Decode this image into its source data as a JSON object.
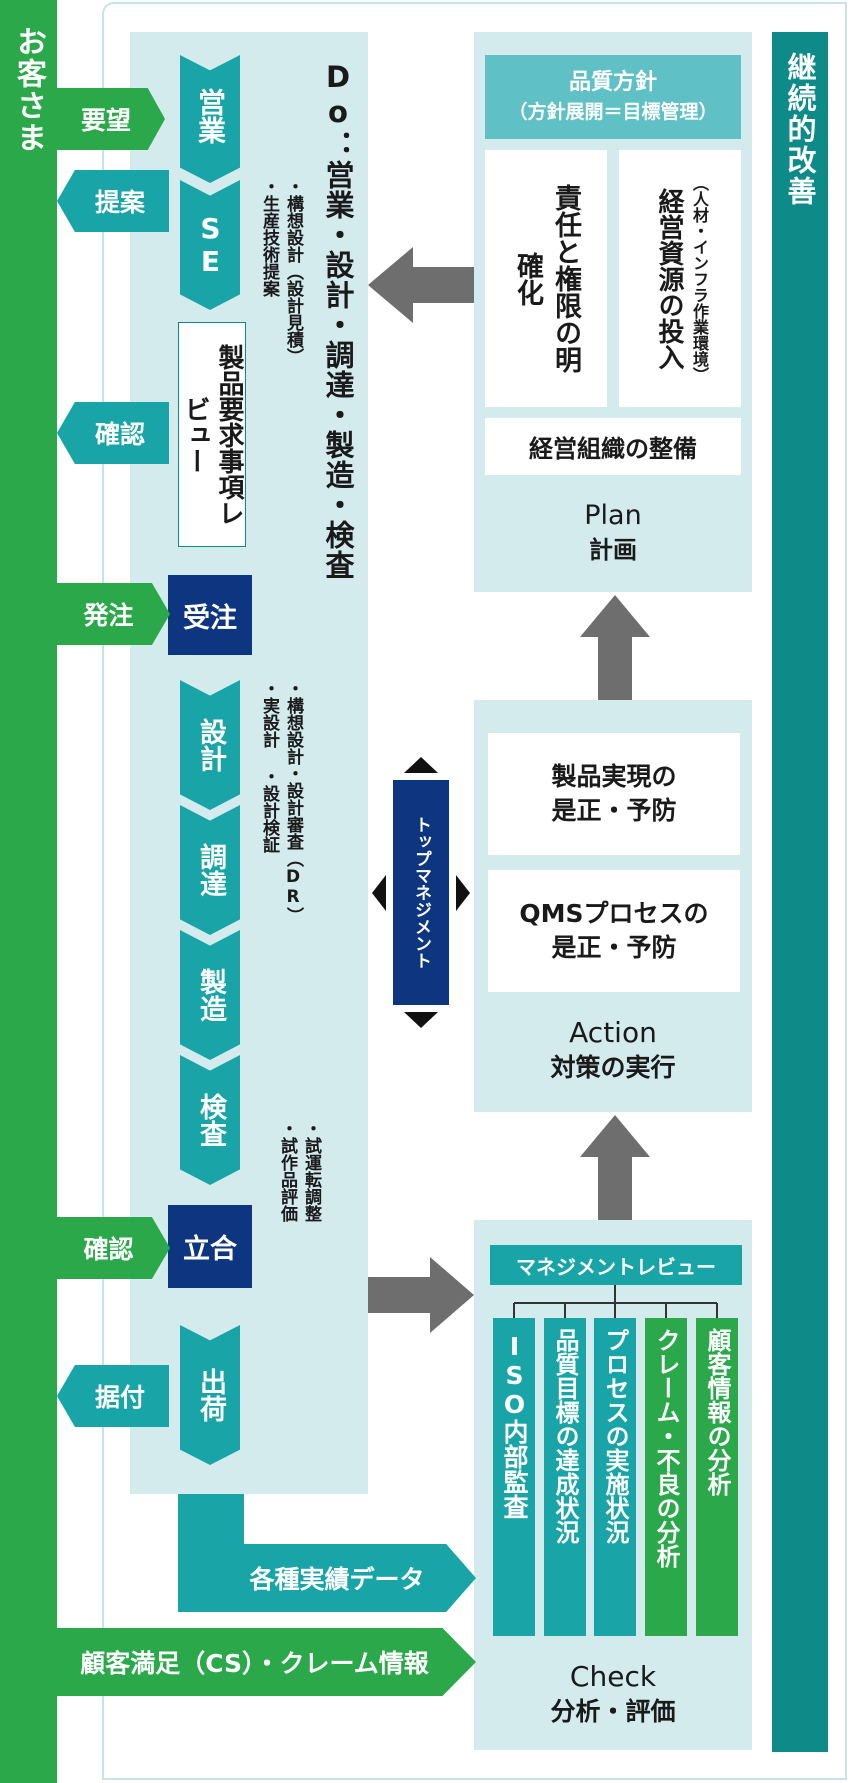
{
  "customer_label": "お客さま",
  "kaizen_label": "継続的改善",
  "customer_arrows": {
    "request": "要望",
    "proposal": "提案",
    "confirm1": "確認",
    "order": "発注",
    "confirm2": "確認",
    "install": "据付"
  },
  "do_panel": {
    "title": "Do：営業・設計・調達・製造・検査",
    "sales": "営業",
    "se": "SE",
    "se_notes": [
      "・構想設計（設計見積）",
      "・生産技術提案"
    ],
    "product_review": "製品要求事項レビュー",
    "order_received": "受注",
    "design": "設計",
    "procurement": "調達",
    "manufacturing": "製造",
    "inspection": "検査",
    "design_notes": [
      "・構想設計・設計審査（DR）",
      "・実設計 ・設計検証"
    ],
    "witness": "立合",
    "witness_notes": [
      "・試運転調整",
      "・試作品評価"
    ],
    "shipment": "出荷"
  },
  "plan_panel": {
    "policy_line1": "品質方針",
    "policy_line2": "（方針展開＝目標管理）",
    "responsibility": "責任と権限の明確化",
    "resources": "経営資源の投入",
    "resources_sub": "（人材・インフラ作業環境）",
    "organization": "経営組織の整備",
    "caption1": "Plan",
    "caption2": "計画"
  },
  "action_panel": {
    "product_correction_1": "製品実現の",
    "product_correction_2": "是正・予防",
    "qms_correction_1": "QMSプロセスの",
    "qms_correction_2": "是正・予防",
    "caption1": "Action",
    "caption2": "対策の実行"
  },
  "top_management": "トップマネジメント",
  "check_panel": {
    "mgmt_review": "マネジメントレビュー",
    "items": [
      "ISO内部監査",
      "品質目標の達成状況",
      "プロセスの実施状況",
      "クレーム・不良の分析",
      "顧客情報の分析"
    ],
    "caption1": "Check",
    "caption2": "分析・評価"
  },
  "performance_data": "各種実績データ",
  "cs_info": "顧客満足（CS）・クレーム情報",
  "colors": {
    "green": "#2aa84a",
    "teal": "#19a5a8",
    "dark_teal": "#0e8a89",
    "navy": "#0d3580",
    "panel": "#d3ebed",
    "gray": "#6e6e6e"
  }
}
